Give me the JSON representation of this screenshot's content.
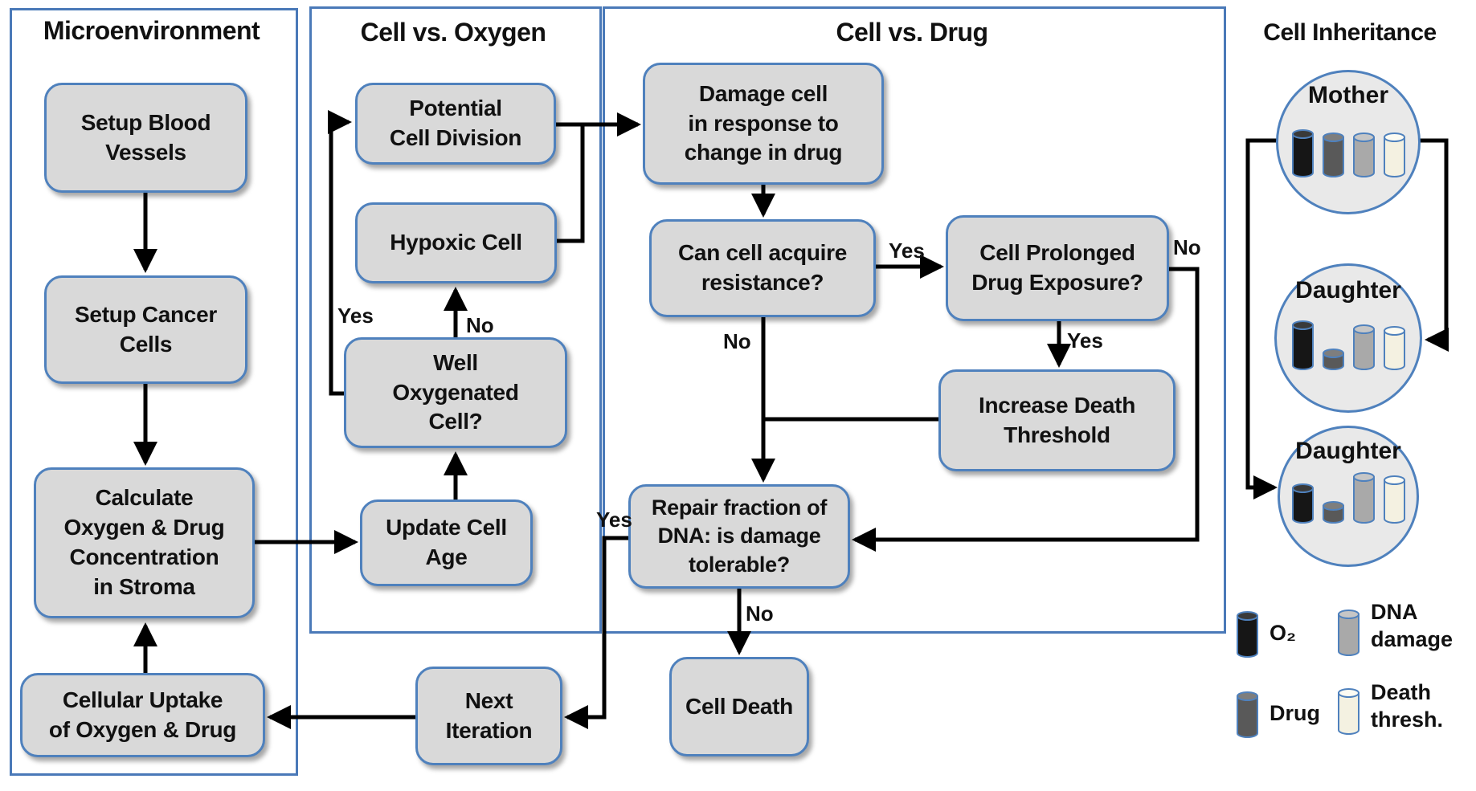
{
  "panels": {
    "microenvironment": {
      "title": "Microenvironment"
    },
    "oxygen": {
      "title": "Cell vs. Oxygen"
    },
    "drug": {
      "title": "Cell vs. Drug"
    },
    "inheritance_title": "Cell Inheritance"
  },
  "nodes": {
    "setup_blood": {
      "label": "Setup Blood\nVessels"
    },
    "setup_cancer": {
      "label": "Setup Cancer\nCells"
    },
    "calculate": {
      "label": "Calculate\nOxygen & Drug\nConcentration\nin Stroma"
    },
    "cellular_uptake": {
      "label": "Cellular Uptake\nof Oxygen & Drug"
    },
    "potential_division": {
      "label": "Potential\nCell Division"
    },
    "hypoxic": {
      "label": "Hypoxic Cell"
    },
    "well_oxygenated": {
      "label": "Well\nOxygenated\nCell?"
    },
    "update_age": {
      "label": "Update Cell\nAge"
    },
    "damage_cell": {
      "label": "Damage cell\nin response to\nchange in drug"
    },
    "can_acquire": {
      "label": "Can cell acquire\nresistance?"
    },
    "cell_prolonged": {
      "label": "Cell Prolonged\nDrug Exposure?"
    },
    "increase_death": {
      "label": "Increase Death\nThreshold"
    },
    "repair_fraction": {
      "label": "Repair fraction of\nDNA: is damage\ntolerable?"
    },
    "cell_death": {
      "label": "Cell Death"
    },
    "next_iteration": {
      "label": "Next\nIteration"
    }
  },
  "edge_labels": {
    "well_yes": "Yes",
    "well_no": "No",
    "acquire_yes": "Yes",
    "acquire_no": "No",
    "prolonged_yes": "Yes",
    "prolonged_no": "No",
    "repair_yes": "Yes",
    "repair_no": "No"
  },
  "inheritance": {
    "cells": [
      {
        "name": "Mother",
        "bars": [
          {
            "key": "o2",
            "h": 60
          },
          {
            "key": "drug",
            "h": 56
          },
          {
            "key": "dna",
            "h": 56
          },
          {
            "key": "death",
            "h": 56
          }
        ]
      },
      {
        "name": "Daughter",
        "bars": [
          {
            "key": "o2",
            "h": 62
          },
          {
            "key": "drug",
            "h": 27
          },
          {
            "key": "dna",
            "h": 57
          },
          {
            "key": "death",
            "h": 55
          }
        ]
      },
      {
        "name": "Daughter",
        "bars": [
          {
            "key": "o2",
            "h": 50
          },
          {
            "key": "drug",
            "h": 28
          },
          {
            "key": "dna",
            "h": 64
          },
          {
            "key": "death",
            "h": 60
          }
        ]
      }
    ],
    "legend": [
      {
        "key": "o2",
        "label": "O₂"
      },
      {
        "key": "dna",
        "label": "DNA\ndamage"
      },
      {
        "key": "drug",
        "label": "Drug"
      },
      {
        "key": "death",
        "label": "Death\nthresh."
      }
    ],
    "legend_cyl_height": 58
  },
  "colors": {
    "accent_blue": "#4f81bd",
    "panel_blue": "#4a79b8",
    "box_fill": "#d9d9d9",
    "arrow_black": "#000000",
    "cyl": {
      "o2": {
        "body": "#161616",
        "top": "#3a3a3a"
      },
      "drug": {
        "body": "#595959",
        "top": "#7e7e7e"
      },
      "dna": {
        "body": "#a9a9a9",
        "top": "#c6c6c6"
      },
      "death": {
        "body": "#f4f1e1",
        "top": "#fcfbf3"
      }
    }
  }
}
